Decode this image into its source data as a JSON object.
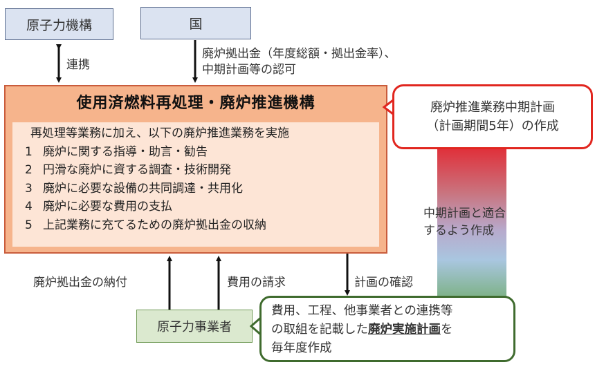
{
  "top": {
    "jaea_label": "原子力機構",
    "government_label": "国"
  },
  "arrows": {
    "cooperation": "連携",
    "gov_approval_line1": "廃炉拠出金（年度総額・拠出金率）、",
    "gov_approval_line2": "中期計画等の認可",
    "contribution_payment": "廃炉拠出金の納付",
    "cost_claim": "費用の請求",
    "plan_confirmation": "計画の確認"
  },
  "main_org": {
    "title": "使用済燃料再処理・廃炉推進機構",
    "intro": "再処理等業務に加え、以下の廃炉推進業務を実施",
    "items": [
      {
        "num": "1",
        "text": "廃炉に関する指導・助言・勧告"
      },
      {
        "num": "2",
        "text": "円滑な廃炉に資する調査・技術開発"
      },
      {
        "num": "3",
        "text": "廃炉に必要な設備の共同調達・共用化"
      },
      {
        "num": "4",
        "text": "廃炉に必要な費用の支払"
      },
      {
        "num": "5",
        "text": "上記業務に充てるための廃炉拠出金の収納"
      }
    ]
  },
  "mid_plan_callout": {
    "line1": "廃炉推進業務中期計画",
    "line2": "（計画期間5年）の作成"
  },
  "gradient_bar": {
    "line1": "中期計画と適合",
    "line2": "するよう作成"
  },
  "operator": {
    "label": "原子力事業者"
  },
  "operator_callout": {
    "line1": "費用、工程、他事業者との連携等",
    "line2_pre": "の取組を記載した",
    "line2_bold": "廃炉実施計画",
    "line2_post": "を",
    "line3": "毎年度作成"
  },
  "colors": {
    "blue_box": "#dbe3f1",
    "main_outer": "#f6b48c",
    "main_border": "#c95c3c",
    "main_inner": "#fde5d6",
    "red_callout_border": "#e1261f",
    "green_box": "#dbe9cf",
    "green_callout_border": "#3f6b2e"
  }
}
